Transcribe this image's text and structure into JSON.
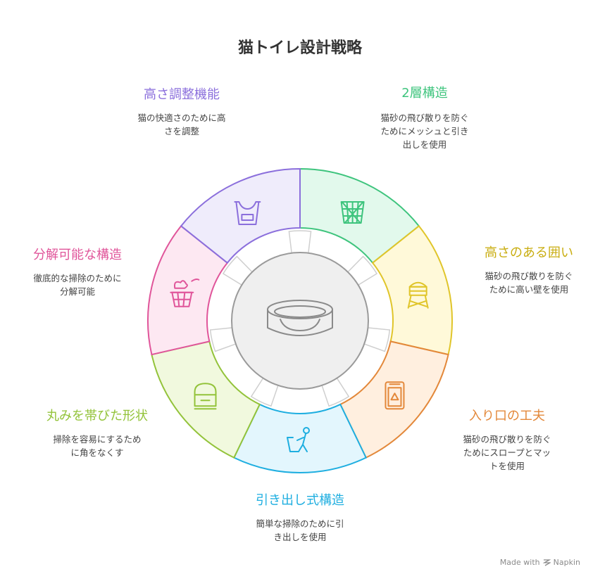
{
  "title": "猫トイレ設計戦略",
  "footer": {
    "made_with": "Made with",
    "brand": "Napkin"
  },
  "segments": [
    {
      "id": "mesh",
      "title": "2層構造",
      "desc": "猫砂の飛び散りを防ぐ\nためにメッシュと引き\n出しを使用",
      "color": "#3ec47d",
      "fill": "#e2f9ec",
      "icon": "mesh-basket-icon"
    },
    {
      "id": "wall",
      "title": "高さのある囲い",
      "desc": "猫砂の飛び散りを防ぐ\nために高い壁を使用",
      "color": "#e0c52a",
      "fill": "#fff9d9",
      "icon": "water-tower-icon"
    },
    {
      "id": "entrance",
      "title": "入り口の工夫",
      "desc": "猫砂の飛び散りを防ぐ\nためにスロープとマッ\nトを使用",
      "color": "#e3883a",
      "fill": "#ffefdf",
      "icon": "door-icon"
    },
    {
      "id": "drawer",
      "title": "引き出し式構造",
      "desc": "簡単な掃除のために引\nき出しを使用",
      "color": "#1eaee0",
      "fill": "#e3f6fd",
      "icon": "person-pushing-cart-icon"
    },
    {
      "id": "round",
      "title": "丸みを帯びた形状",
      "desc": "掃除を容易にするため\nに角をなくす",
      "color": "#93c33a",
      "fill": "#f1f9de",
      "icon": "mailbox-icon"
    },
    {
      "id": "modular",
      "title": "分解可能な構造",
      "desc": "徹底的な掃除のために\n分解可能",
      "color": "#e0559a",
      "fill": "#fde8f2",
      "icon": "trash-basket-icon"
    },
    {
      "id": "height",
      "title": "高さ調整機能",
      "desc": "猫の快適さのために高\nさを調整",
      "color": "#8b6fdc",
      "fill": "#efecfb",
      "icon": "laundry-basket-icon"
    }
  ]
}
